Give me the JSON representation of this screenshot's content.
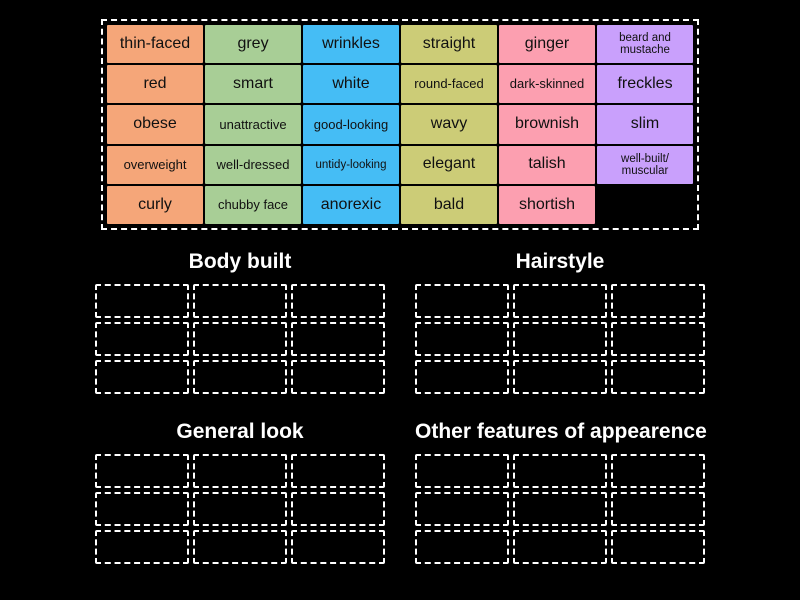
{
  "page": {
    "background_color": "#000000",
    "text_color": "#ffffff"
  },
  "palette": {
    "orange": "#F5A679",
    "green": "#A8CE96",
    "blue": "#45BDF5",
    "olive": "#CCCC77",
    "pink": "#FC9FB0",
    "purple": "#C9A0FC",
    "tile_text": "#111111",
    "dash_border": "#ffffff"
  },
  "word_bank": {
    "columns": 6,
    "rows": 5,
    "tiles": [
      {
        "label": "thin-faced",
        "color": "#F5A679",
        "size": "l"
      },
      {
        "label": "grey",
        "color": "#A8CE96",
        "size": "l"
      },
      {
        "label": "wrinkles",
        "color": "#45BDF5",
        "size": "l"
      },
      {
        "label": "straight",
        "color": "#CCCC77",
        "size": "l"
      },
      {
        "label": "ginger",
        "color": "#FC9FB0",
        "size": "l"
      },
      {
        "label": "beard and mustache",
        "color": "#C9A0FC",
        "size": "s"
      },
      {
        "label": "red",
        "color": "#F5A679",
        "size": "l"
      },
      {
        "label": "smart",
        "color": "#A8CE96",
        "size": "l"
      },
      {
        "label": "white",
        "color": "#45BDF5",
        "size": "l"
      },
      {
        "label": "round-faced",
        "color": "#CCCC77",
        "size": "m"
      },
      {
        "label": "dark-skinned",
        "color": "#FC9FB0",
        "size": "m"
      },
      {
        "label": "freckles",
        "color": "#C9A0FC",
        "size": "l"
      },
      {
        "label": "obese",
        "color": "#F5A679",
        "size": "l"
      },
      {
        "label": "unattractive",
        "color": "#A8CE96",
        "size": "m"
      },
      {
        "label": "good-looking",
        "color": "#45BDF5",
        "size": "m"
      },
      {
        "label": "wavy",
        "color": "#CCCC77",
        "size": "l"
      },
      {
        "label": "brownish",
        "color": "#FC9FB0",
        "size": "l"
      },
      {
        "label": "slim",
        "color": "#C9A0FC",
        "size": "l"
      },
      {
        "label": "overweight",
        "color": "#F5A679",
        "size": "m"
      },
      {
        "label": "well-dressed",
        "color": "#A8CE96",
        "size": "m"
      },
      {
        "label": "untidy-looking",
        "color": "#45BDF5",
        "size": "s"
      },
      {
        "label": "elegant",
        "color": "#CCCC77",
        "size": "l"
      },
      {
        "label": "talish",
        "color": "#FC9FB0",
        "size": "l"
      },
      {
        "label": "well-built/ muscular",
        "color": "#C9A0FC",
        "size": "s"
      },
      {
        "label": "curly",
        "color": "#F5A679",
        "size": "l"
      },
      {
        "label": "chubby face",
        "color": "#A8CE96",
        "size": "m"
      },
      {
        "label": "anorexic",
        "color": "#45BDF5",
        "size": "l"
      },
      {
        "label": "bald",
        "color": "#CCCC77",
        "size": "l"
      },
      {
        "label": "shortish",
        "color": "#FC9FB0",
        "size": "l"
      },
      {
        "label": "",
        "color": "",
        "size": "l"
      }
    ]
  },
  "categories": [
    {
      "title": "Body built",
      "slots": 9,
      "filled": []
    },
    {
      "title": "Hairstyle",
      "slots": 9,
      "filled": []
    },
    {
      "title": "General look",
      "slots": 9,
      "filled": []
    },
    {
      "title": "Other features of appearence",
      "slots": 9,
      "filled": []
    }
  ]
}
